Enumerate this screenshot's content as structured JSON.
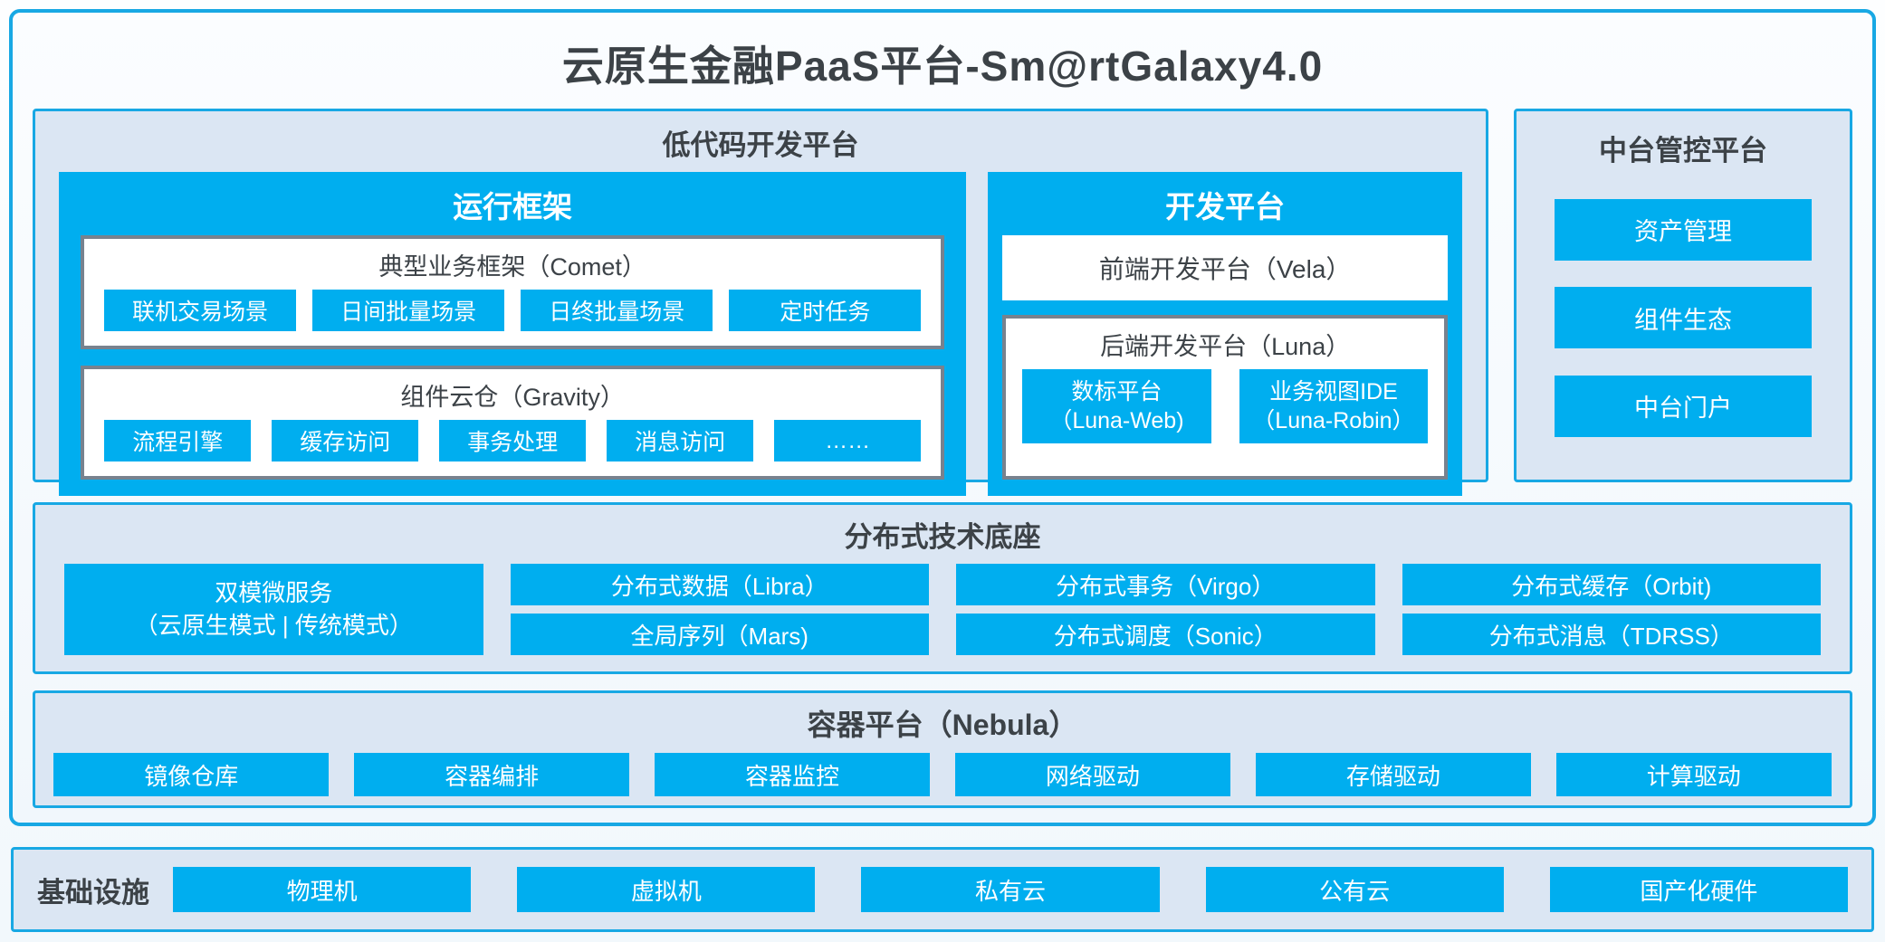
{
  "title": "云原生金融PaaS平台-Sm@rtGalaxy4.0",
  "palette": {
    "accent_blue": "#00aeef",
    "border_cyan": "#18a8e4",
    "section_bg": "#dbe6f3",
    "frame_gray": "#78828e",
    "dark_text": "#3c4247"
  },
  "low_code": {
    "title": "低代码开发平台",
    "runtime": {
      "title": "运行框架",
      "comet": {
        "title": "典型业务框架（Comet）",
        "items": [
          "联机交易场景",
          "日间批量场景",
          "日终批量场景",
          "定时任务"
        ]
      },
      "gravity": {
        "title": "组件云仓（Gravity）",
        "items": [
          "流程引擎",
          "缓存访问",
          "事务处理",
          "消息访问",
          "……"
        ]
      }
    },
    "dev": {
      "title": "开发平台",
      "vela": "前端开发平台（Vela）",
      "luna": {
        "title": "后端开发平台（Luna）",
        "items": [
          {
            "line1": "数标平台",
            "line2": "（Luna-Web)"
          },
          {
            "line1": "业务视图IDE",
            "line2": "（Luna-Robin）"
          }
        ]
      }
    }
  },
  "middle_platform": {
    "title": "中台管控平台",
    "items": [
      "资产管理",
      "组件生态",
      "中台门户"
    ]
  },
  "distributed": {
    "title": "分布式技术底座",
    "dual_mode": {
      "line1": "双模微服务",
      "line2": "（云原生模式 | 传统模式）"
    },
    "columns": [
      [
        "分布式数据（Libra）",
        "全局序列（Mars)"
      ],
      [
        "分布式事务（Virgo）",
        "分布式调度（Sonic）"
      ],
      [
        "分布式缓存（Orbit)",
        "分布式消息（TDRSS）"
      ]
    ]
  },
  "container": {
    "title": "容器平台（Nebula）",
    "items": [
      "镜像仓库",
      "容器编排",
      "容器监控",
      "网络驱动",
      "存储驱动",
      "计算驱动"
    ]
  },
  "infrastructure": {
    "label": "基础设施",
    "items": [
      "物理机",
      "虚拟机",
      "私有云",
      "公有云",
      "国产化硬件"
    ]
  }
}
